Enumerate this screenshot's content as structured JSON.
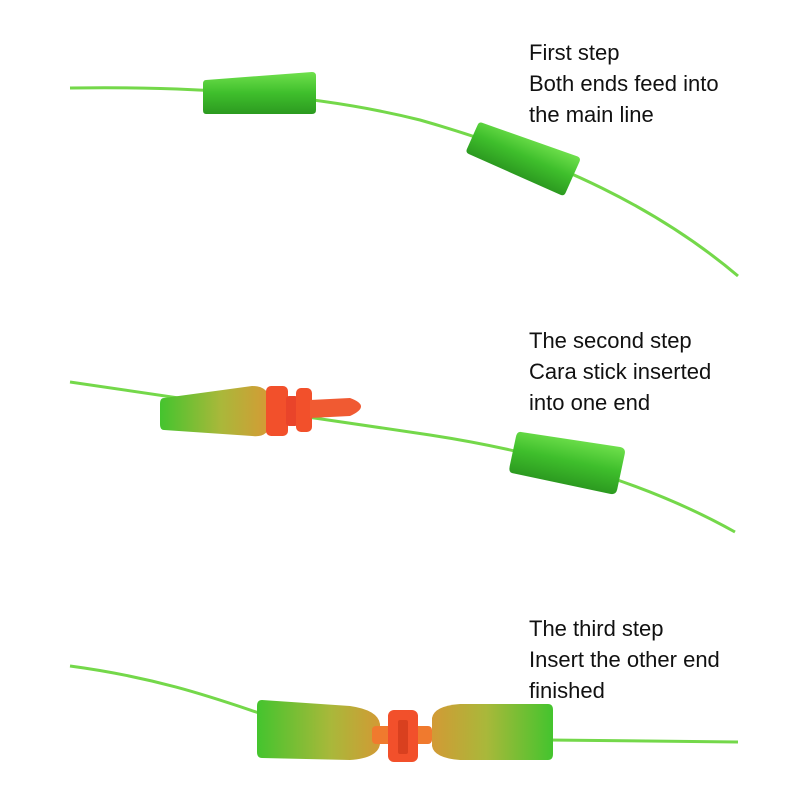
{
  "steps": [
    {
      "line1": "First step",
      "line2": "Both ends feed into",
      "line3": "the main line"
    },
    {
      "line1": "The second step",
      "line2": "Cara stick inserted",
      "line3": "into one end"
    },
    {
      "line1": "The third step",
      "line2": "Insert the other end",
      "line3": "finished"
    }
  ],
  "colors": {
    "line": "#74d84a",
    "sleeve_green": "#3fbf2c",
    "sleeve_yellow": "#c9a83a",
    "connector_red": "#f2502b"
  }
}
